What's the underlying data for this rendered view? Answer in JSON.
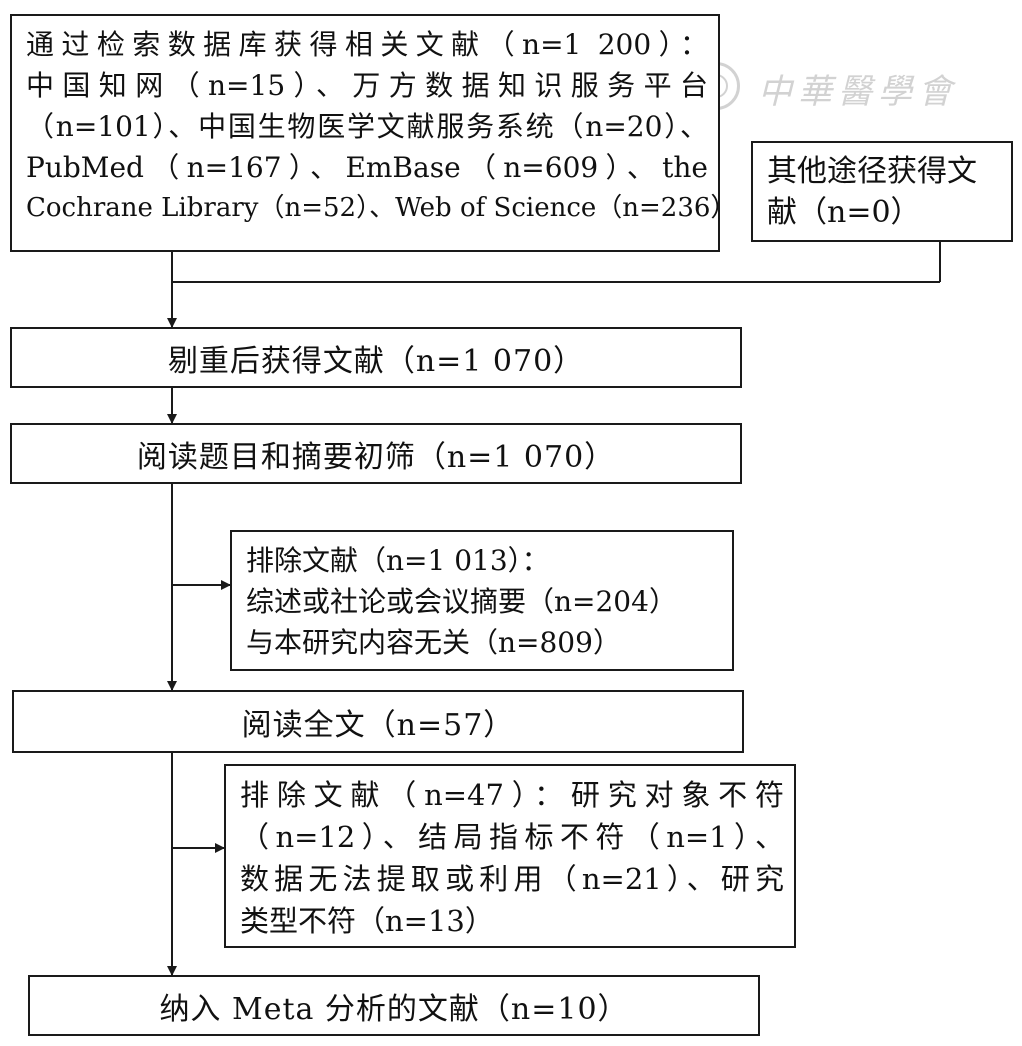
{
  "flowchart": {
    "search_box": {
      "lines": [
        "通过检索数据库获得相关文献（n=1 200）：",
        "中国知网（n=15）、万方数据知识服务平台",
        "（n=101）、中国生物医学文献服务系统（n=20）、",
        "PubMed（n=167）、EmBase（n=609）、the",
        "Cochrane Library（n=52）、Web of Science（n=236）"
      ]
    },
    "other_box": {
      "lines": [
        "其他途径获得文",
        "献（n=0）"
      ]
    },
    "dedup_box": {
      "text": "剔重后获得文献（n=1 070）"
    },
    "screen_box": {
      "text": "阅读题目和摘要初筛（n=1 070）"
    },
    "exclude1_box": {
      "lines": [
        "排除文献（n=1 013）：",
        "综述或社论或会议摘要（n=204）",
        "与本研究内容无关（n=809）"
      ]
    },
    "fulltext_box": {
      "text": "阅读全文（n=57）"
    },
    "exclude2_box": {
      "lines": [
        "排除文献（n=47）：研究对象不符",
        "（n=12）、结局指标不符（n=1）、",
        "数据无法提取或利用（n=21）、研究",
        "类型不符（n=13）"
      ]
    },
    "include_box": {
      "text": "纳入 Meta 分析的文献（n=10）"
    }
  },
  "watermark": {
    "text": "中華醫學會"
  }
}
